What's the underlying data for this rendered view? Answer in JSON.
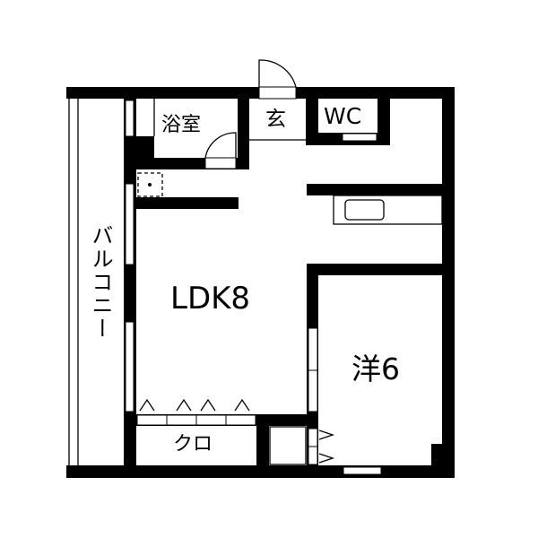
{
  "floor_plan": {
    "rooms": {
      "bathroom": "浴室",
      "entrance": "玄",
      "toilet": "WC",
      "balcony": "バルコニー",
      "ldk": "LDK8",
      "western_room": "洋6",
      "closet": "クロ"
    },
    "colors": {
      "wall": "#000000",
      "background": "#ffffff"
    }
  }
}
